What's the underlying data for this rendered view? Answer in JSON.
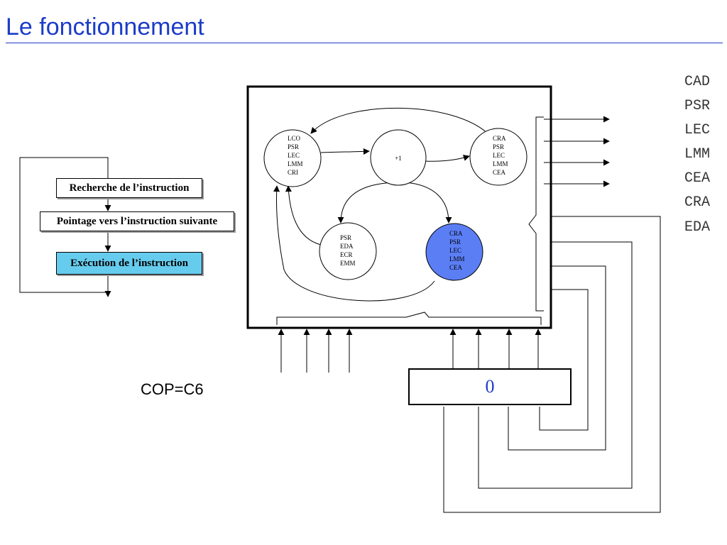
{
  "title": "Le fonctionnement",
  "flowchart": {
    "steps": [
      {
        "label": "Recherche de l’instruction"
      },
      {
        "label": "Pointage vers l’instruction suivante"
      },
      {
        "label": "Exécution de l’instruction"
      }
    ]
  },
  "state_machine": {
    "states": [
      {
        "id": "s1",
        "lines": [
          "LCO",
          "PSR",
          "LEC",
          "LMM",
          "CRI"
        ],
        "highlighted": false
      },
      {
        "id": "s2",
        "lines": [
          "+1"
        ],
        "highlighted": false
      },
      {
        "id": "s3",
        "lines": [
          "CRA",
          "PSR",
          "LEC",
          "LMM",
          "CEA"
        ],
        "highlighted": false
      },
      {
        "id": "s4",
        "lines": [
          "PSR",
          "EDA",
          "ECR",
          "EMM"
        ],
        "highlighted": false
      },
      {
        "id": "s5",
        "lines": [
          "CRA",
          "PSR",
          "LEC",
          "LMM",
          "CEA"
        ],
        "highlighted": true
      }
    ]
  },
  "output_signals": [
    "CAD",
    "PSR",
    "LEC",
    "LMM",
    "CEA",
    "CRA",
    "EDA"
  ],
  "cop_label": "COP=C6",
  "register_value": "0",
  "colors": {
    "title": "#1c3cc8",
    "highlight_state": "#5b7ef5",
    "highlight_step": "#66ccee"
  }
}
